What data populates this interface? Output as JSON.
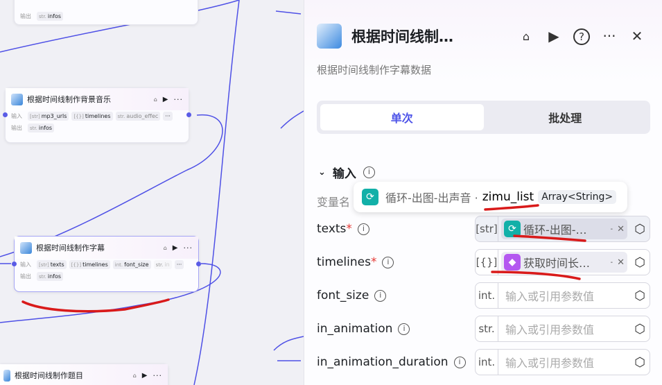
{
  "canvas": {
    "nodes": [
      {
        "title": "",
        "outputs_label": "输出",
        "outputs": [
          {
            "type": "str.",
            "name": "infos"
          }
        ]
      },
      {
        "title": "根据时间线制作背景音乐",
        "inputs_label": "输入",
        "inputs": [
          {
            "type": "[str]",
            "name": "mp3_urls"
          },
          {
            "type": "[{}]",
            "name": "timelines"
          },
          {
            "type": "str.",
            "name": "audio_effec"
          }
        ],
        "outputs_label": "输出",
        "outputs": [
          {
            "type": "str.",
            "name": "infos"
          }
        ]
      },
      {
        "title": "根据时间线制作字幕",
        "inputs_label": "输入",
        "inputs": [
          {
            "type": "[str]",
            "name": "texts"
          },
          {
            "type": "[{}]",
            "name": "timelines"
          },
          {
            "type": "int.",
            "name": "font_size"
          },
          {
            "type": "str.",
            "name": "in"
          }
        ],
        "outputs_label": "输出",
        "outputs": [
          {
            "type": "str.",
            "name": "infos"
          }
        ]
      },
      {
        "title": "根据时间线制作题目"
      }
    ],
    "wire_color": "#4e50e6"
  },
  "panel": {
    "title": "根据时间线制…",
    "description": "根据时间线制作字幕数据",
    "tabs": [
      {
        "label": "单次",
        "active": true
      },
      {
        "label": "批处理",
        "active": false
      }
    ],
    "section": "输入",
    "var_header": "变量名",
    "rows": [
      {
        "name": "texts",
        "required": true,
        "type": "[str]",
        "ref": {
          "icon": "loop-icon",
          "text": "循环-出图-…",
          "color": "#12b0a8"
        }
      },
      {
        "name": "timelines",
        "required": true,
        "type": "[{}]",
        "ref": {
          "icon": "cube-icon",
          "text": "获取时间长…",
          "color": "#b458f0"
        }
      },
      {
        "name": "font_size",
        "required": false,
        "type": "int.",
        "placeholder": "输入或引用参数值"
      },
      {
        "name": "in_animation",
        "required": false,
        "type": "str.",
        "placeholder": "输入或引用参数值"
      },
      {
        "name": "in_animation_duration",
        "required": false,
        "type": "int.",
        "placeholder": "输入或引用参数值"
      }
    ],
    "tooltip": {
      "source": "循环-出图-出声音 ·",
      "variable": "zimu_list",
      "type": "Array<String>"
    }
  },
  "annotation_color": "#d91a1a"
}
